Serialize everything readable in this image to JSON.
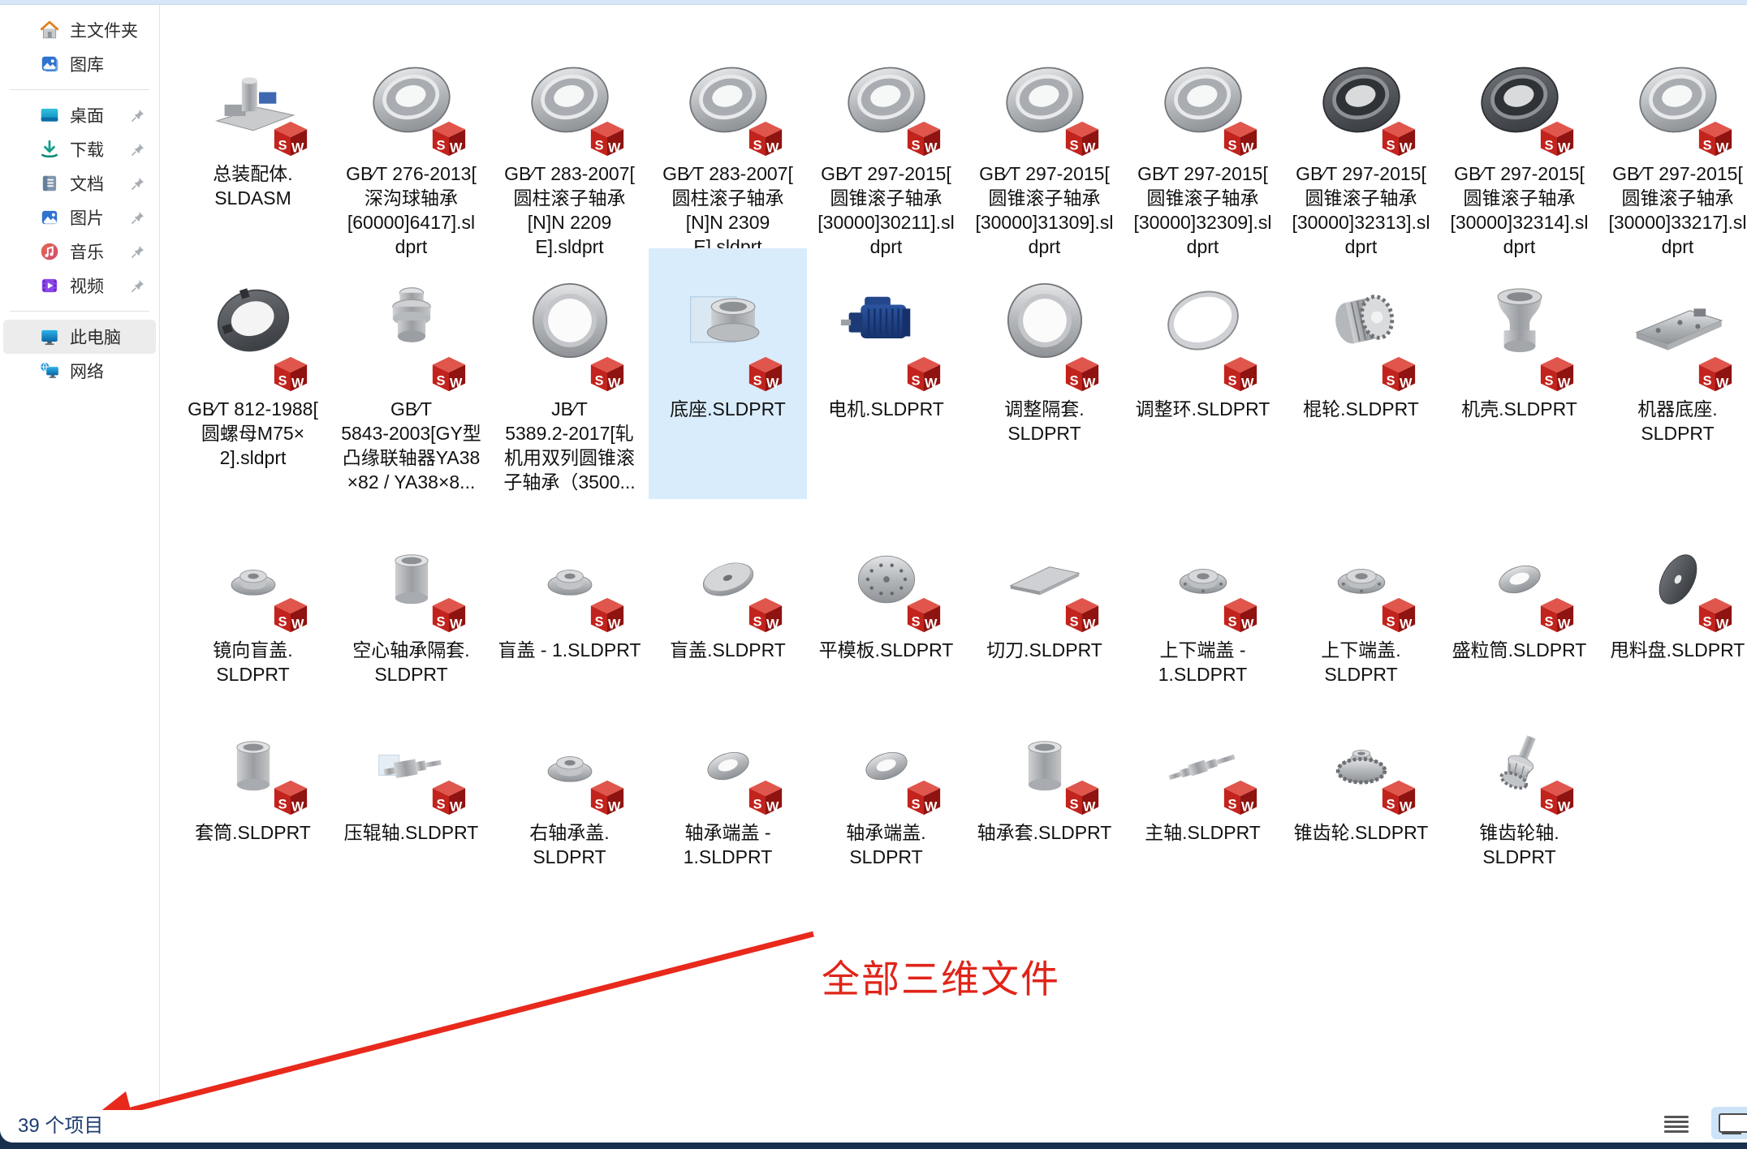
{
  "sidebar": {
    "top_items": [
      {
        "label": "主文件夹",
        "icon": "home"
      },
      {
        "label": "图库",
        "icon": "gallery"
      }
    ],
    "quick_access_items": [
      {
        "label": "桌面",
        "icon": "desktop",
        "pinned": true
      },
      {
        "label": "下载",
        "icon": "downloads",
        "pinned": true
      },
      {
        "label": "文档",
        "icon": "documents",
        "pinned": true
      },
      {
        "label": "图片",
        "icon": "pictures",
        "pinned": true
      },
      {
        "label": "音乐",
        "icon": "music",
        "pinned": true
      },
      {
        "label": "视频",
        "icon": "videos",
        "pinned": true
      }
    ],
    "bottom_items": [
      {
        "label": "此电脑",
        "icon": "this-pc",
        "selected": true
      },
      {
        "label": "网络",
        "icon": "network"
      }
    ]
  },
  "files": {
    "badge_label": "SW",
    "selection_color": "#d9ecfb",
    "rows": [
      [
        {
          "lines": [
            "总装配体.",
            "SLDASM"
          ],
          "icon": "assembly"
        },
        {
          "lines": [
            "GB∕T 276-2013[",
            "深沟球轴承",
            "[60000]6417].sl",
            "dprt"
          ],
          "icon": "bearing"
        },
        {
          "lines": [
            "GB∕T 283-2007[",
            "圆柱滚子轴承",
            "[N]N 2209",
            "E].sldprt"
          ],
          "icon": "bearing"
        },
        {
          "lines": [
            "GB∕T 283-2007[",
            "圆柱滚子轴承",
            "[N]N 2309",
            "E].sldprt"
          ],
          "icon": "bearing"
        },
        {
          "lines": [
            "GB∕T 297-2015[",
            "圆锥滚子轴承",
            "[30000]30211].sl",
            "dprt"
          ],
          "icon": "bearing"
        },
        {
          "lines": [
            "GB∕T 297-2015[",
            "圆锥滚子轴承",
            "[30000]31309].sl",
            "dprt"
          ],
          "icon": "bearing"
        },
        {
          "lines": [
            "GB∕T 297-2015[",
            "圆锥滚子轴承",
            "[30000]32309].sl",
            "dprt"
          ],
          "icon": "bearing"
        },
        {
          "lines": [
            "GB∕T 297-2015[",
            "圆锥滚子轴承",
            "[30000]32313].sl",
            "dprt"
          ],
          "icon": "bearing-dark"
        },
        {
          "lines": [
            "GB∕T 297-2015[",
            "圆锥滚子轴承",
            "[30000]32314].sl",
            "dprt"
          ],
          "icon": "bearing-dark"
        },
        {
          "lines": [
            "GB∕T 297-2015[",
            "圆锥滚子轴承",
            "[30000]33217].sl",
            "dprt"
          ],
          "icon": "bearing"
        }
      ],
      [
        {
          "lines": [
            "GB∕T 812-1988[",
            "圆螺母M75×",
            "2].sldprt"
          ],
          "icon": "locknut"
        },
        {
          "lines": [
            "GB∕T",
            "5843-2003[GY型",
            "凸缘联轴器YA38",
            "×82 / YA38×8..."
          ],
          "icon": "coupling"
        },
        {
          "lines": [
            "JB∕T",
            "5389.2-2017[轧",
            "机用双列圆锥滚",
            "子轴承（3500..."
          ],
          "icon": "ring-front"
        },
        {
          "lines": [
            "底座.SLDPRT"
          ],
          "icon": "base-plane",
          "selected": true
        },
        {
          "lines": [
            "电机.SLDPRT"
          ],
          "icon": "motor"
        },
        {
          "lines": [
            "调整隔套.",
            "SLDPRT"
          ],
          "icon": "ring-front"
        },
        {
          "lines": [
            "调整环.SLDPRT"
          ],
          "icon": "ring-thin"
        },
        {
          "lines": [
            "棍轮.SLDPRT"
          ],
          "icon": "knurl-roller"
        },
        {
          "lines": [
            "机壳.SLDPRT"
          ],
          "icon": "spool"
        },
        {
          "lines": [
            "机器底座.",
            "SLDPRT"
          ],
          "icon": "slab"
        }
      ],
      [
        {
          "lines": [
            "镜向盲盖.",
            "SLDPRT"
          ],
          "icon": "cap"
        },
        {
          "lines": [
            "空心轴承隔套.",
            "SLDPRT"
          ],
          "icon": "cylinder"
        },
        {
          "lines": [
            "盲盖 - 1.SLDPRT"
          ],
          "icon": "cap"
        },
        {
          "lines": [
            "盲盖.SLDPRT"
          ],
          "icon": "disc"
        },
        {
          "lines": [
            "平模板.SLDPRT"
          ],
          "icon": "plate-holes"
        },
        {
          "lines": [
            "切刀.SLDPRT"
          ],
          "icon": "sheet"
        },
        {
          "lines": [
            "上下端盖 -",
            "1.SLDPRT"
          ],
          "icon": "end-cover"
        },
        {
          "lines": [
            "上下端盖.",
            "SLDPRT"
          ],
          "icon": "end-cover"
        },
        {
          "lines": [
            "盛粒筒.SLDPRT"
          ],
          "icon": "washer"
        },
        {
          "lines": [
            "甩料盘.SLDPRT"
          ],
          "icon": "disc-dark"
        }
      ],
      [
        {
          "lines": [
            "套筒.SLDPRT"
          ],
          "icon": "cylinder"
        },
        {
          "lines": [
            "压辊轴.SLDPRT"
          ],
          "icon": "shaft-plane"
        },
        {
          "lines": [
            "右轴承盖.",
            "SLDPRT"
          ],
          "icon": "cap"
        },
        {
          "lines": [
            "轴承端盖 -",
            "1.SLDPRT"
          ],
          "icon": "washer"
        },
        {
          "lines": [
            "轴承端盖.",
            "SLDPRT"
          ],
          "icon": "washer"
        },
        {
          "lines": [
            "轴承套.SLDPRT"
          ],
          "icon": "cylinder"
        },
        {
          "lines": [
            "主轴.SLDPRT"
          ],
          "icon": "shaft"
        },
        {
          "lines": [
            "锥齿轮.SLDPRT"
          ],
          "icon": "bevel-gear"
        },
        {
          "lines": [
            "锥齿轮轴.",
            "SLDPRT"
          ],
          "icon": "pinion"
        }
      ]
    ]
  },
  "annotation": {
    "text": "全部三维文件",
    "color": "#e02419"
  },
  "status_bar": {
    "item_count": "39 个项目"
  },
  "view_switcher": {
    "icons": [
      "details-view",
      "large-icons-view"
    ],
    "selected": "large-icons-view"
  }
}
